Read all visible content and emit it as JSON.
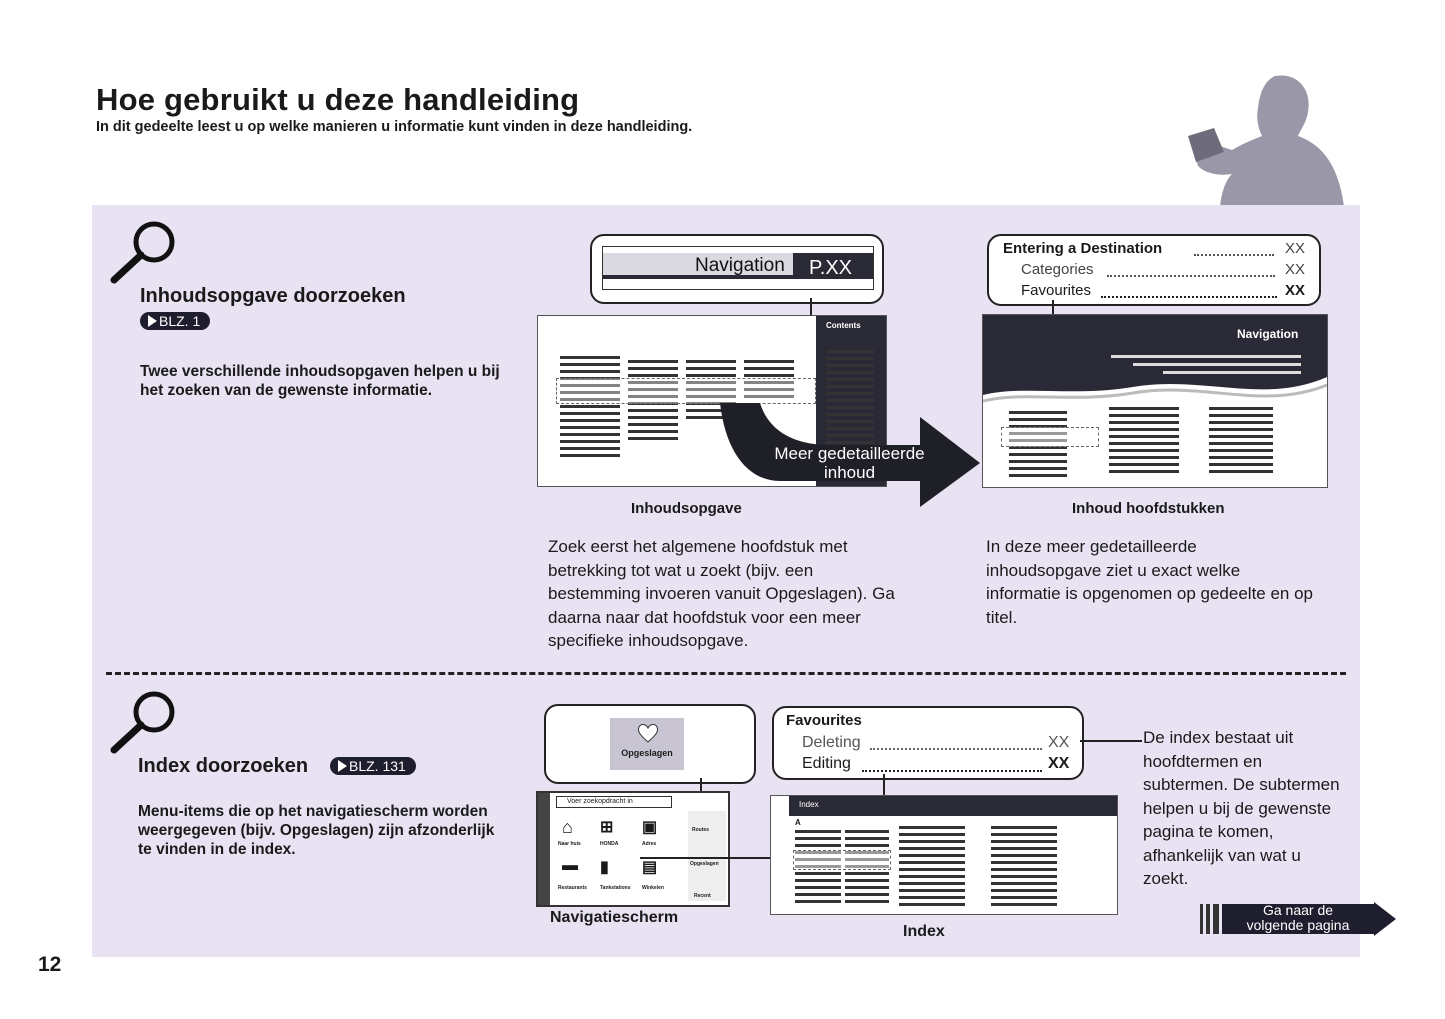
{
  "header": {
    "title": "Hoe gebruikt u deze handleiding",
    "subtitle": "In dit gedeelte leest u op welke manieren u informatie kunt vinden in deze handleiding."
  },
  "section_contents": {
    "heading": "Inhoudsopgave doorzoeken",
    "ref": "BLZ. 1",
    "description": "Twee verschillende inhoudsopgaven helpen u bij het zoeken van de gewenste informatie.",
    "callout_label": "Navigation",
    "callout_page": "P.XX",
    "sidebar_label": "Contents",
    "arrow_text": "Meer gedetailleerde inhoud",
    "toc_caption": "Inhoudsopgave",
    "toc_text": "Zoek eerst het algemene hoofdstuk met betrekking tot wat u zoekt (bijv. een bestemming invoeren vanuit Opgeslagen). Ga daarna naar dat hoofdstuk voor een meer specifieke inhoudsopgave.",
    "chapter_callout_title": "Entering a Destination",
    "chapter_callout_title_page": "XX",
    "chapter_callout_item1": "Categories",
    "chapter_callout_item1_page": "XX",
    "chapter_callout_item2": "Favourites",
    "chapter_callout_item2_page": "XX",
    "chapter_banner": "Navigation",
    "chapter_caption": "Inhoud hoofdstukken",
    "chapter_text": "In deze meer gedetailleerde inhoudsopgave ziet u exact welke informatie is opgenomen op gedeelte en op titel."
  },
  "section_index": {
    "heading": "Index doorzoeken",
    "ref": "BLZ. 131",
    "description_pre": "Menu-items die op het navigatiescherm worden weergegeven (bijv. ",
    "description_bold": "Opgeslagen",
    "description_post": ") zijn afzonderlijk te vinden in de index.",
    "screen_button": "Opgeslagen",
    "screen_search": "Voer zoekopdracht in",
    "screen_tiles": [
      "Naar huis",
      "HONDA",
      "Adres",
      "Restaurants",
      "Tankstations",
      "Winkelen"
    ],
    "screen_side": [
      "Routes",
      "Opgeslagen",
      "Recent"
    ],
    "screen_caption": "Navigatiescherm",
    "index_callout_title": "Favourites",
    "index_callout_item1": "Deleting",
    "index_callout_item1_page": "XX",
    "index_callout_item2": "Editing",
    "index_callout_item2_page": "XX",
    "index_banner": "Index",
    "index_letter": "A",
    "index_caption": "Index",
    "index_text": "De index bestaat uit hoofdtermen en subtermen. De subtermen helpen u bij de gewenste pagina te komen, afhankelijk van wat u zoekt."
  },
  "footer": {
    "next_line1": "Ga naar de",
    "next_line2": "volgende pagina",
    "page_number": "12"
  },
  "colors": {
    "panel": "#e8e2f3",
    "dark": "#1e1e2e",
    "silhouette": "#9a98a8"
  }
}
